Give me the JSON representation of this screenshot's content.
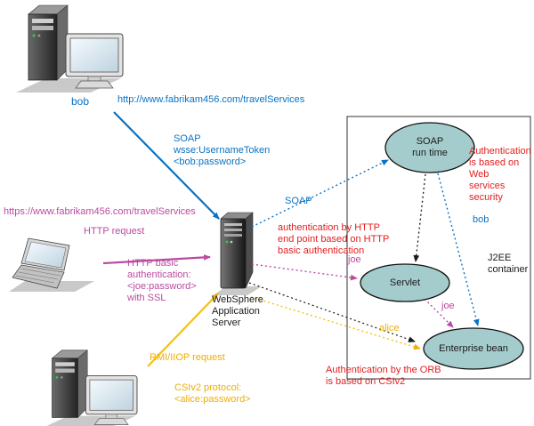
{
  "colors": {
    "blue": "#0a72c2",
    "magenta": "#bb4aa0",
    "yellow": "#f0ae06",
    "red": "#e31e1e",
    "node_fill": "#a4cccd",
    "shadow_gray": "#c9c9c9"
  },
  "clients": {
    "bob_name": "bob",
    "bob_url": "http://www.fabrikam456.com/travelServices",
    "bob_request": "SOAP\nwsse:UsernameToken\n<bob:password>",
    "joe_url": "https://www.fabrikam456.com/travelServices",
    "joe_request": "HTTP request",
    "joe_auth": "HTTP basic\nauthentication:\n<joe:password>\nwith SSL",
    "alice_request": "RMI/IIOP request",
    "alice_auth": "CSIv2 protocol:\n<alice:password>"
  },
  "server": {
    "label": "WebSphere\nApplication\nServer"
  },
  "container": {
    "label": "J2EE\ncontainer",
    "soap_runtime": "SOAP\nrun time",
    "servlet": "Servlet",
    "enterprise_bean": "Enterprise bean",
    "flow_soap": "SOAP",
    "flow_bob": "bob",
    "flow_joe_in": "joe",
    "flow_joe_bean": "joe",
    "flow_alice": "alice"
  },
  "notes": {
    "ws_security": "Authentication\nis based on Web\nservices security",
    "http_endpoint": "authentication by HTTP\nend point based on HTTP\nbasic authentication",
    "orb": "Authentication by the ORB\nis based on CSIv2"
  }
}
